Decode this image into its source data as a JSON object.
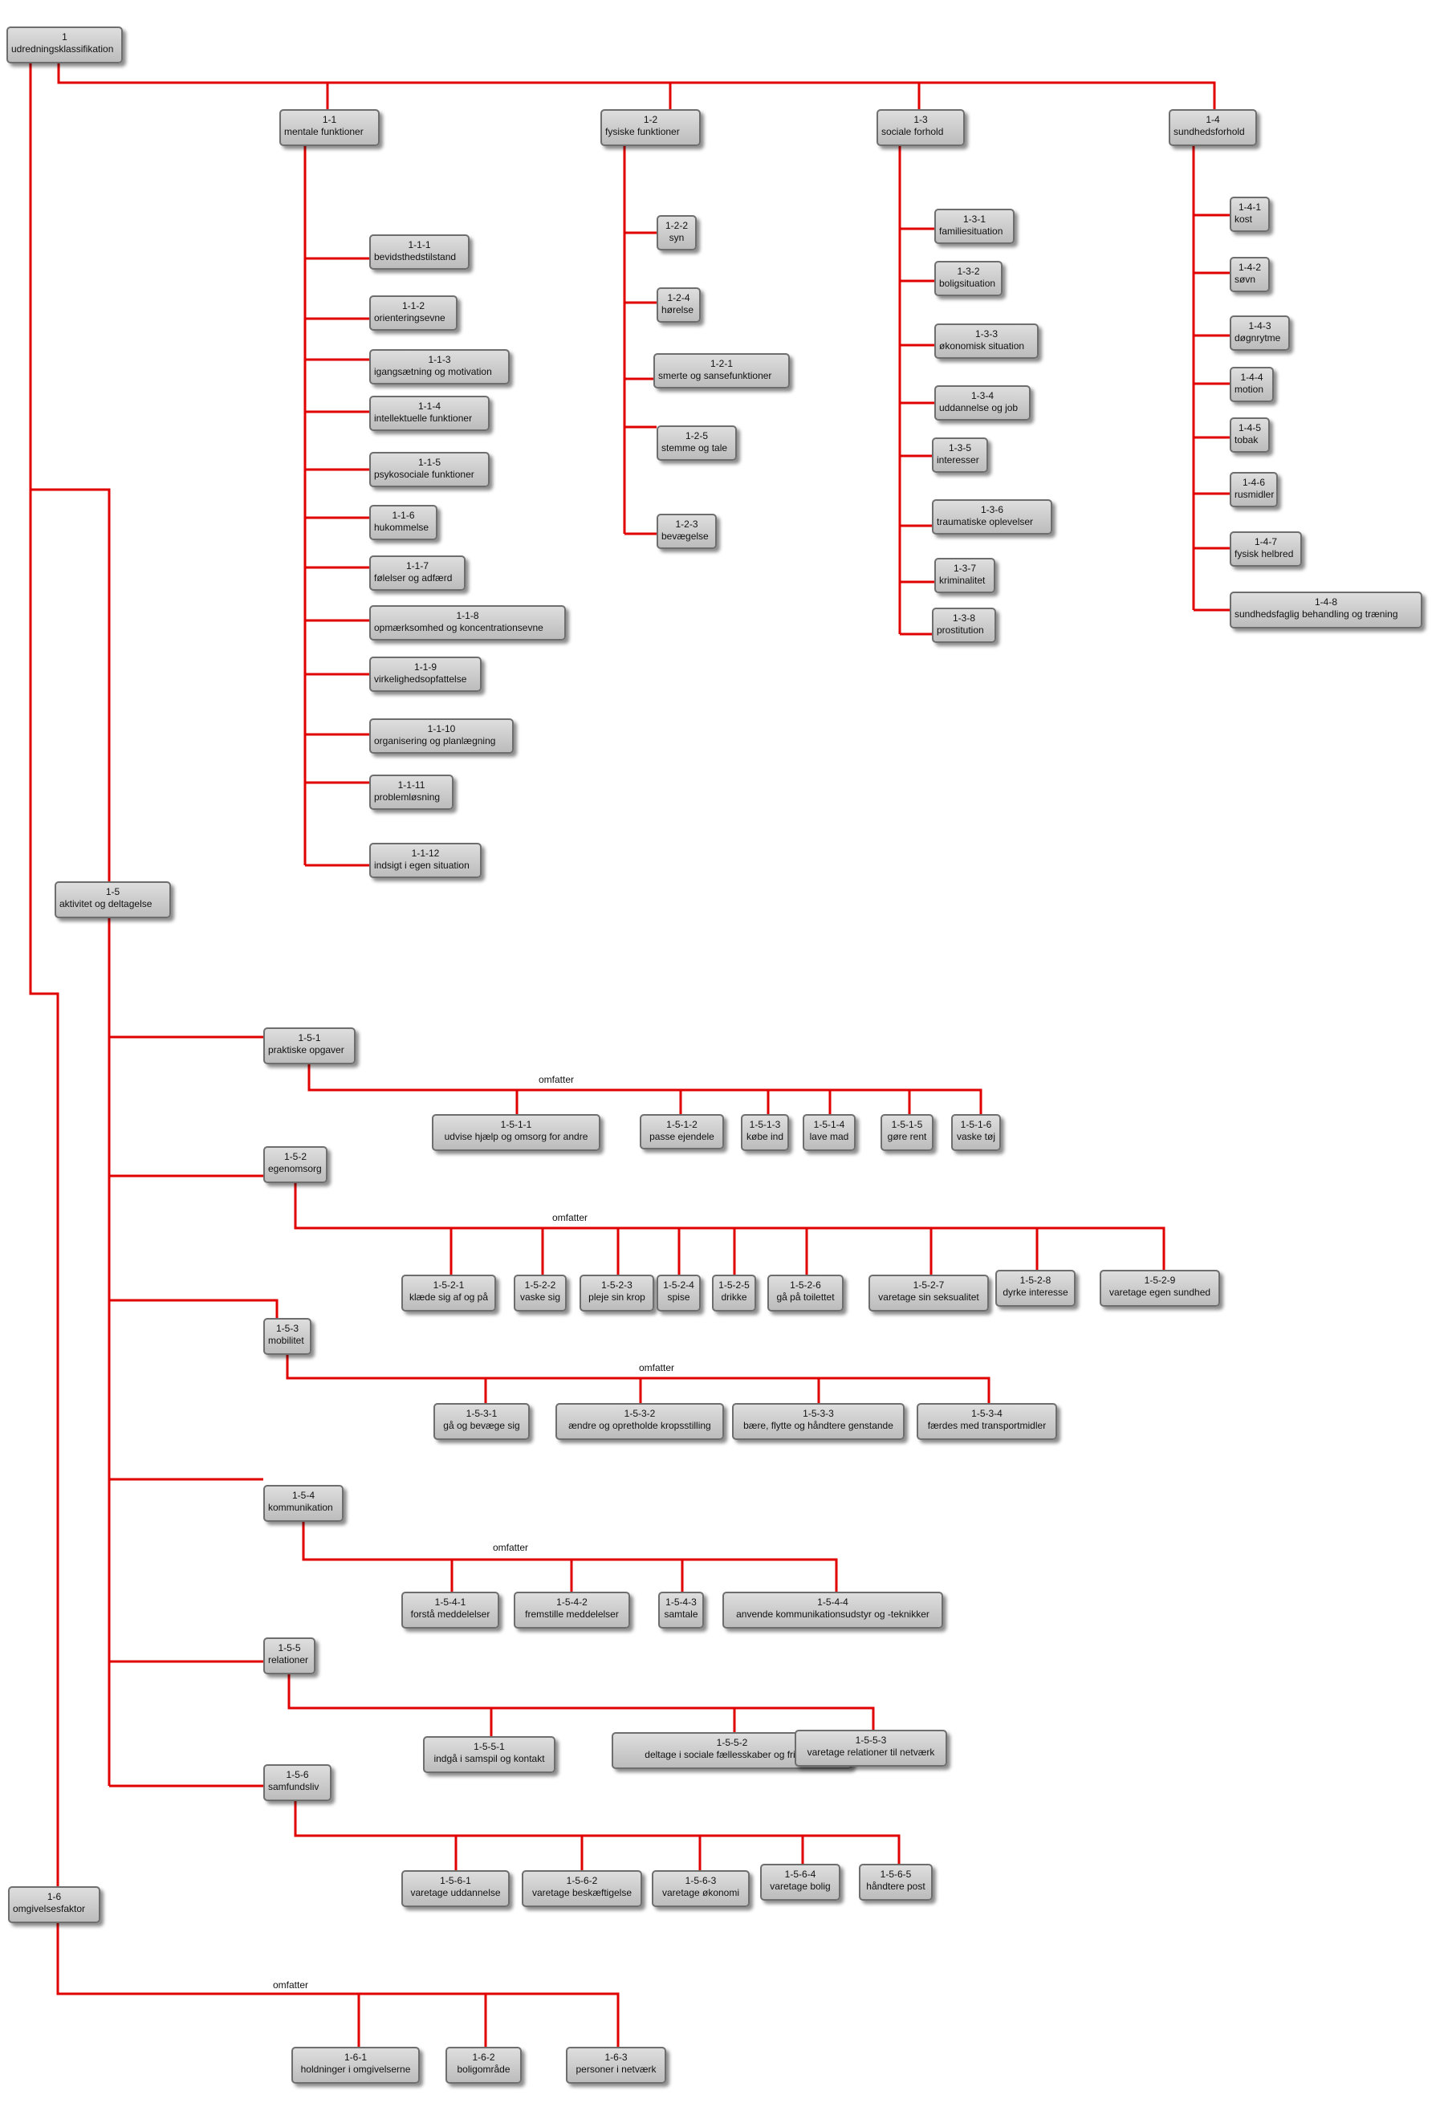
{
  "connector_color": "#e00000",
  "node_fill": "#c8c8c8",
  "nodes": {
    "n1": {
      "id": "1",
      "label": "udredningsklassifikation"
    },
    "n1_1": {
      "id": "1-1",
      "label": "mentale funktioner"
    },
    "n1_2": {
      "id": "1-2",
      "label": "fysiske funktioner"
    },
    "n1_3": {
      "id": "1-3",
      "label": "sociale forhold"
    },
    "n1_4": {
      "id": "1-4",
      "label": "sundhedsforhold"
    },
    "n1_1_1": {
      "id": "1-1-1",
      "label": "bevidsthedstilstand"
    },
    "n1_1_2": {
      "id": "1-1-2",
      "label": "orienteringsevne"
    },
    "n1_1_3": {
      "id": "1-1-3",
      "label": "igangsætning og motivation"
    },
    "n1_1_4": {
      "id": "1-1-4",
      "label": "intellektuelle funktioner"
    },
    "n1_1_5": {
      "id": "1-1-5",
      "label": "psykosociale funktioner"
    },
    "n1_1_6": {
      "id": "1-1-6",
      "label": "hukommelse"
    },
    "n1_1_7": {
      "id": "1-1-7",
      "label": "følelser og adfærd"
    },
    "n1_1_8": {
      "id": "1-1-8",
      "label": "opmærksomhed og koncentrationsevne"
    },
    "n1_1_9": {
      "id": "1-1-9",
      "label": "virkelighedsopfattelse"
    },
    "n1_1_10": {
      "id": "1-1-10",
      "label": "organisering og planlægning"
    },
    "n1_1_11": {
      "id": "1-1-11",
      "label": "problemløsning"
    },
    "n1_1_12": {
      "id": "1-1-12",
      "label": "indsigt i egen situation"
    },
    "n1_2_2": {
      "id": "1-2-2",
      "label": "syn"
    },
    "n1_2_4": {
      "id": "1-2-4",
      "label": "hørelse"
    },
    "n1_2_1": {
      "id": "1-2-1",
      "label": "smerte og sansefunktioner"
    },
    "n1_2_5": {
      "id": "1-2-5",
      "label": "stemme og tale"
    },
    "n1_2_3": {
      "id": "1-2-3",
      "label": "bevægelse"
    },
    "n1_3_1": {
      "id": "1-3-1",
      "label": "familiesituation"
    },
    "n1_3_2": {
      "id": "1-3-2",
      "label": "boligsituation"
    },
    "n1_3_3": {
      "id": "1-3-3",
      "label": "økonomisk situation"
    },
    "n1_3_4": {
      "id": "1-3-4",
      "label": "uddannelse og job"
    },
    "n1_3_5": {
      "id": "1-3-5",
      "label": "interesser"
    },
    "n1_3_6": {
      "id": "1-3-6",
      "label": "traumatiske oplevelser"
    },
    "n1_3_7": {
      "id": "1-3-7",
      "label": "kriminalitet"
    },
    "n1_3_8": {
      "id": "1-3-8",
      "label": "prostitution"
    },
    "n1_4_1": {
      "id": "1-4-1",
      "label": "kost"
    },
    "n1_4_2": {
      "id": "1-4-2",
      "label": "søvn"
    },
    "n1_4_3": {
      "id": "1-4-3",
      "label": "døgnrytme"
    },
    "n1_4_4": {
      "id": "1-4-4",
      "label": "motion"
    },
    "n1_4_5": {
      "id": "1-4-5",
      "label": "tobak"
    },
    "n1_4_6": {
      "id": "1-4-6",
      "label": "rusmidler"
    },
    "n1_4_7": {
      "id": "1-4-7",
      "label": "fysisk helbred"
    },
    "n1_4_8": {
      "id": "1-4-8",
      "label": "sundhedsfaglig behandling og træning"
    },
    "n1_5": {
      "id": "1-5",
      "label": "aktivitet og deltagelse"
    },
    "n1_5_1": {
      "id": "1-5-1",
      "label": "praktiske opgaver"
    },
    "n1_5_1_1": {
      "id": "1-5-1-1",
      "label": "udvise hjælp og omsorg for andre"
    },
    "n1_5_1_2": {
      "id": "1-5-1-2",
      "label": "passe ejendele"
    },
    "n1_5_1_3": {
      "id": "1-5-1-3",
      "label": "købe ind"
    },
    "n1_5_1_4": {
      "id": "1-5-1-4",
      "label": "lave mad"
    },
    "n1_5_1_5": {
      "id": "1-5-1-5",
      "label": "gøre rent"
    },
    "n1_5_1_6": {
      "id": "1-5-1-6",
      "label": "vaske tøj"
    },
    "n1_5_2": {
      "id": "1-5-2",
      "label": "egenomsorg"
    },
    "n1_5_2_1": {
      "id": "1-5-2-1",
      "label": "klæde sig af og på"
    },
    "n1_5_2_2": {
      "id": "1-5-2-2",
      "label": "vaske sig"
    },
    "n1_5_2_3": {
      "id": "1-5-2-3",
      "label": "pleje sin krop"
    },
    "n1_5_2_4": {
      "id": "1-5-2-4",
      "label": "spise"
    },
    "n1_5_2_5": {
      "id": "1-5-2-5",
      "label": "drikke"
    },
    "n1_5_2_6": {
      "id": "1-5-2-6",
      "label": "gå på toilettet"
    },
    "n1_5_2_7": {
      "id": "1-5-2-7",
      "label": "varetage sin seksualitet"
    },
    "n1_5_2_8": {
      "id": "1-5-2-8",
      "label": "dyrke interesse"
    },
    "n1_5_2_9": {
      "id": "1-5-2-9",
      "label": "varetage egen sundhed"
    },
    "n1_5_3": {
      "id": "1-5-3",
      "label": "mobilitet"
    },
    "n1_5_3_1": {
      "id": "1-5-3-1",
      "label": "gå og bevæge sig"
    },
    "n1_5_3_2": {
      "id": "1-5-3-2",
      "label": "ændre og opretholde kropsstilling"
    },
    "n1_5_3_3": {
      "id": "1-5-3-3",
      "label": "bære, flytte og håndtere genstande"
    },
    "n1_5_3_4": {
      "id": "1-5-3-4",
      "label": "færdes med transportmidler"
    },
    "n1_5_4": {
      "id": "1-5-4",
      "label": "kommunikation"
    },
    "n1_5_4_1": {
      "id": "1-5-4-1",
      "label": "forstå meddelelser"
    },
    "n1_5_4_2": {
      "id": "1-5-4-2",
      "label": "fremstille meddelelser"
    },
    "n1_5_4_3": {
      "id": "1-5-4-3",
      "label": "samtale"
    },
    "n1_5_4_4": {
      "id": "1-5-4-4",
      "label": "anvende kommunikationsudstyr og -teknikker"
    },
    "n1_5_5": {
      "id": "1-5-5",
      "label": "relationer"
    },
    "n1_5_5_1": {
      "id": "1-5-5-1",
      "label": "indgå i samspil og kontakt"
    },
    "n1_5_5_2": {
      "id": "1-5-5-2",
      "label": "deltage i sociale fællesskaber og fritidsliv"
    },
    "n1_5_5_3": {
      "id": "1-5-5-3",
      "label": "varetage relationer til netværk"
    },
    "n1_5_6": {
      "id": "1-5-6",
      "label": "samfundsliv"
    },
    "n1_5_6_1": {
      "id": "1-5-6-1",
      "label": "varetage uddannelse"
    },
    "n1_5_6_2": {
      "id": "1-5-6-2",
      "label": "varetage beskæftigelse"
    },
    "n1_5_6_3": {
      "id": "1-5-6-3",
      "label": "varetage økonomi"
    },
    "n1_5_6_4": {
      "id": "1-5-6-4",
      "label": "varetage bolig"
    },
    "n1_5_6_5": {
      "id": "1-5-6-5",
      "label": "håndtere post"
    },
    "n1_6": {
      "id": "1-6",
      "label": "omgivelsesfaktor"
    },
    "n1_6_1": {
      "id": "1-6-1",
      "label": "holdninger i omgivelserne"
    },
    "n1_6_2": {
      "id": "1-6-2",
      "label": "boligområde"
    },
    "n1_6_3": {
      "id": "1-6-3",
      "label": "personer i netværk"
    }
  },
  "edge_labels": {
    "e1_5_1": "omfatter",
    "e1_5_2": "omfatter",
    "e1_5_3": "omfatter",
    "e1_5_4": "omfatter",
    "e1_6": "omfatter"
  }
}
